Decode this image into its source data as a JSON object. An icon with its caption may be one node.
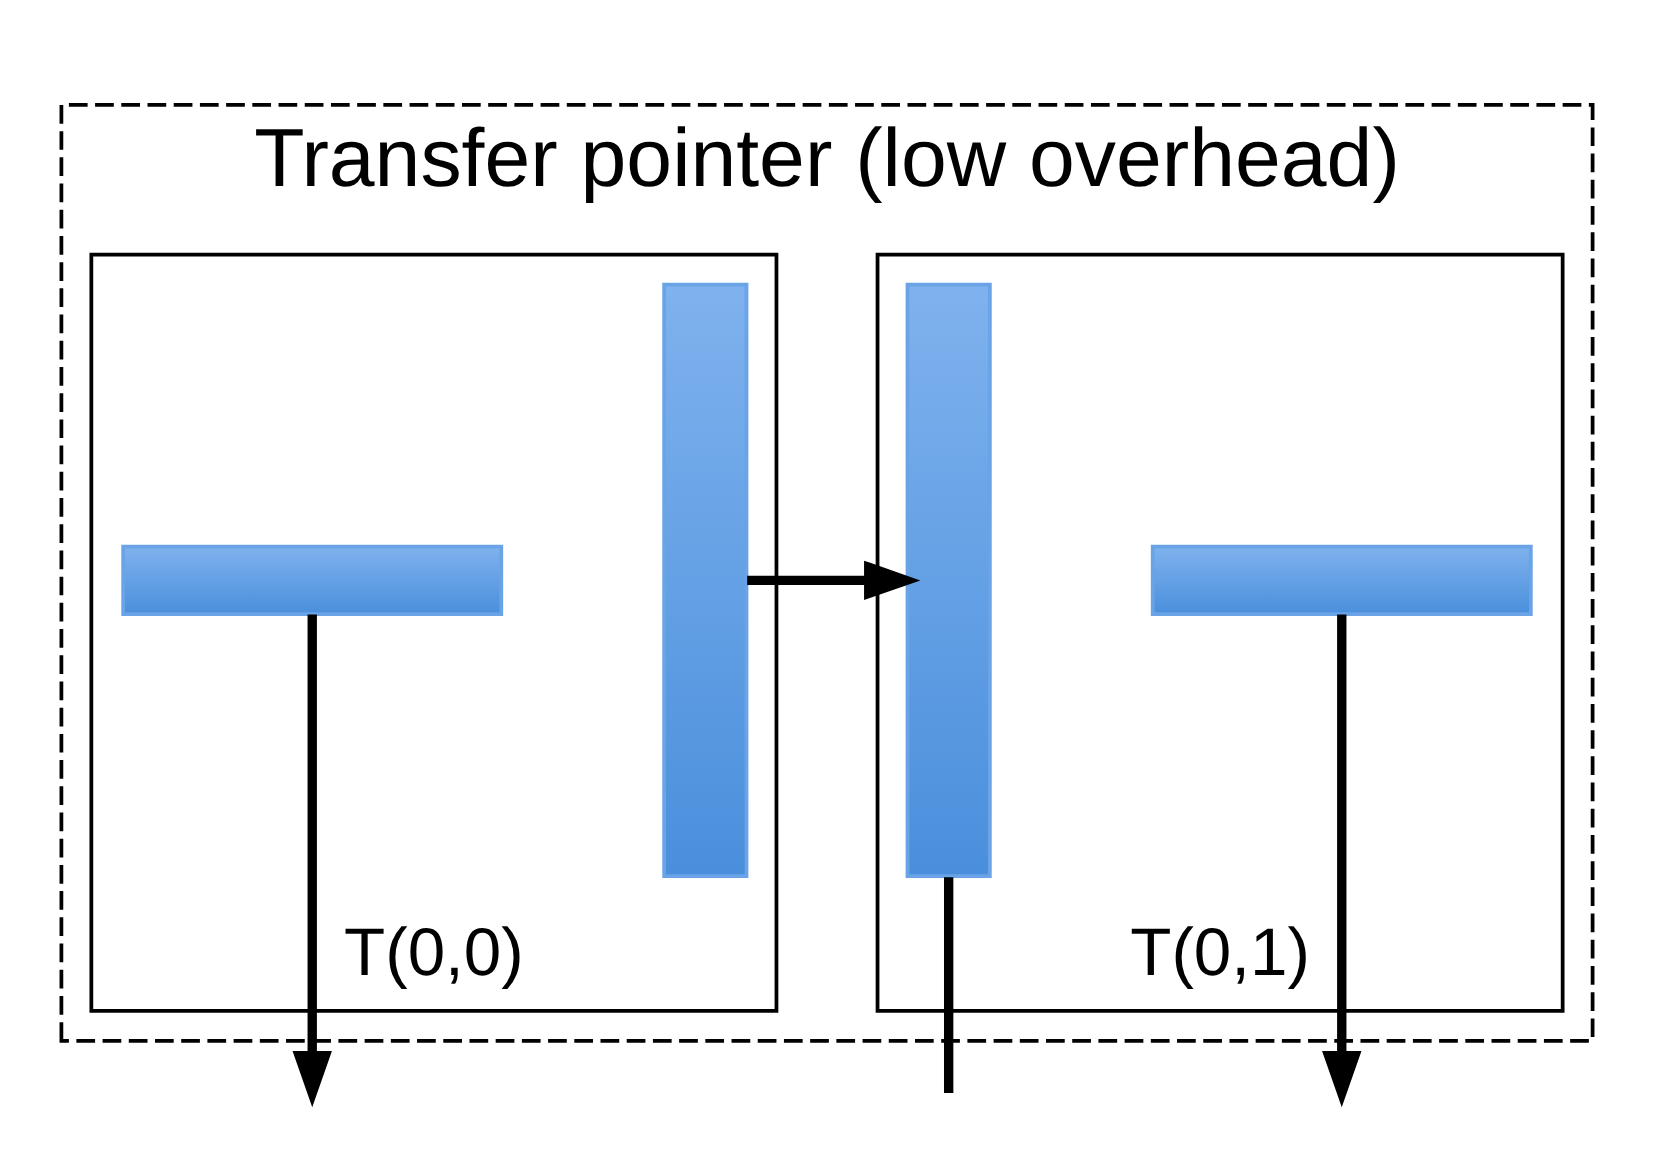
{
  "diagram": {
    "nodes": [
      {
        "text": [
          "Transfer pointer (low overhead)"
        ]
      },
      {
        "text": [
          "T(0,0)"
        ],
        "in": 0
      },
      {
        "text": [
          "T(0,1)"
        ],
        "in": 0
      },
      {
        "text": [],
        "shape": "bar",
        "in": 1
      },
      {
        "text": [],
        "shape": "bar",
        "in": 1
      },
      {
        "text": [],
        "shape": "bar",
        "in": 2
      },
      {
        "text": [],
        "shape": "bar",
        "in": 2
      }
    ],
    "edges": [
      {
        "from": 3,
        "to": 5,
        "arrow": "to"
      },
      {
        "from": 5,
        "to": null,
        "arrow": "none"
      },
      {
        "from": 4,
        "to": null,
        "arrow": "to"
      },
      {
        "from": 6,
        "to": null,
        "arrow": "to"
      }
    ]
  }
}
